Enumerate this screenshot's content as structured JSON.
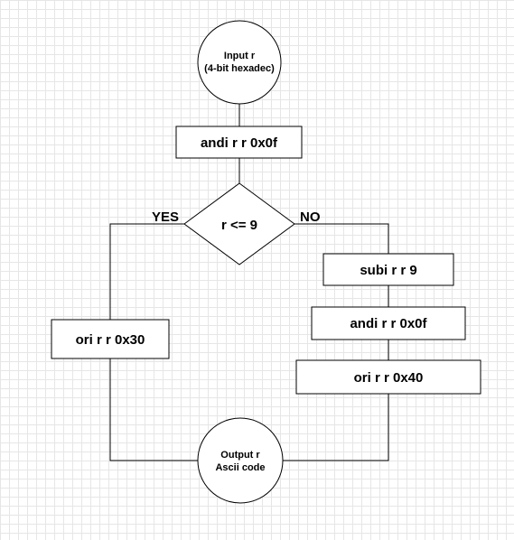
{
  "nodes": {
    "input": {
      "line1": "Input r",
      "line2": "(4-bit hexadec)"
    },
    "mask_low": {
      "label": "andi r r 0x0f"
    },
    "decision": {
      "label": "r <= 9"
    },
    "yes_op": {
      "label": "ori r r 0x30"
    },
    "no_sub": {
      "label": "subi r r 9"
    },
    "no_mask": {
      "label": "andi r r 0x0f"
    },
    "no_or": {
      "label": "ori r r 0x40"
    },
    "output": {
      "line1": "Output r",
      "line2": "Ascii code"
    }
  },
  "edges": {
    "yes_label": "YES",
    "no_label": "NO"
  },
  "colors": {
    "stroke": "#000000",
    "fill": "#ffffff",
    "grid": "#e6e6e6"
  }
}
